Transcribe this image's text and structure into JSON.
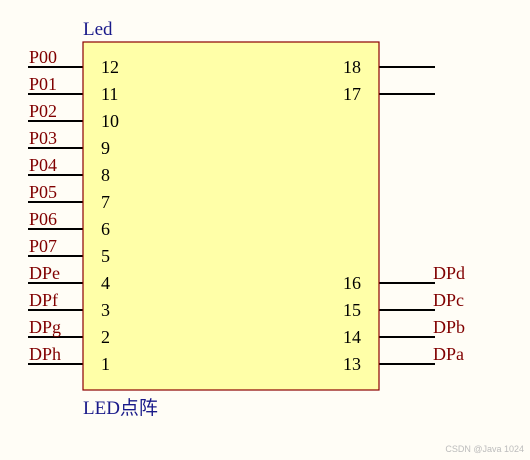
{
  "component": {
    "designator": "Led",
    "comment": "LED点阵",
    "colors": {
      "body_fill": "#ffffa8",
      "body_stroke": "#8b0000",
      "pin_line": "#000000",
      "net_label": "#800000",
      "designator": "#1a1a8a",
      "pin_number": "#000000"
    }
  },
  "left_pins": [
    {
      "net": "P00",
      "number": "12"
    },
    {
      "net": "P01",
      "number": "11"
    },
    {
      "net": "P02",
      "number": "10"
    },
    {
      "net": "P03",
      "number": "9"
    },
    {
      "net": "P04",
      "number": "8"
    },
    {
      "net": "P05",
      "number": "7"
    },
    {
      "net": "P06",
      "number": "6"
    },
    {
      "net": "P07",
      "number": "5"
    },
    {
      "net": "DPe",
      "number": "4"
    },
    {
      "net": "DPf",
      "number": "3"
    },
    {
      "net": "DPg",
      "number": "2"
    },
    {
      "net": "DPh",
      "number": "1"
    }
  ],
  "right_pins_top": [
    {
      "net": "",
      "number": "18"
    },
    {
      "net": "",
      "number": "17"
    }
  ],
  "right_pins_bottom": [
    {
      "net": "DPd",
      "number": "16"
    },
    {
      "net": "DPc",
      "number": "15"
    },
    {
      "net": "DPb",
      "number": "14"
    },
    {
      "net": "DPa",
      "number": "13"
    }
  ],
  "watermark": "CSDN @Java 1024"
}
